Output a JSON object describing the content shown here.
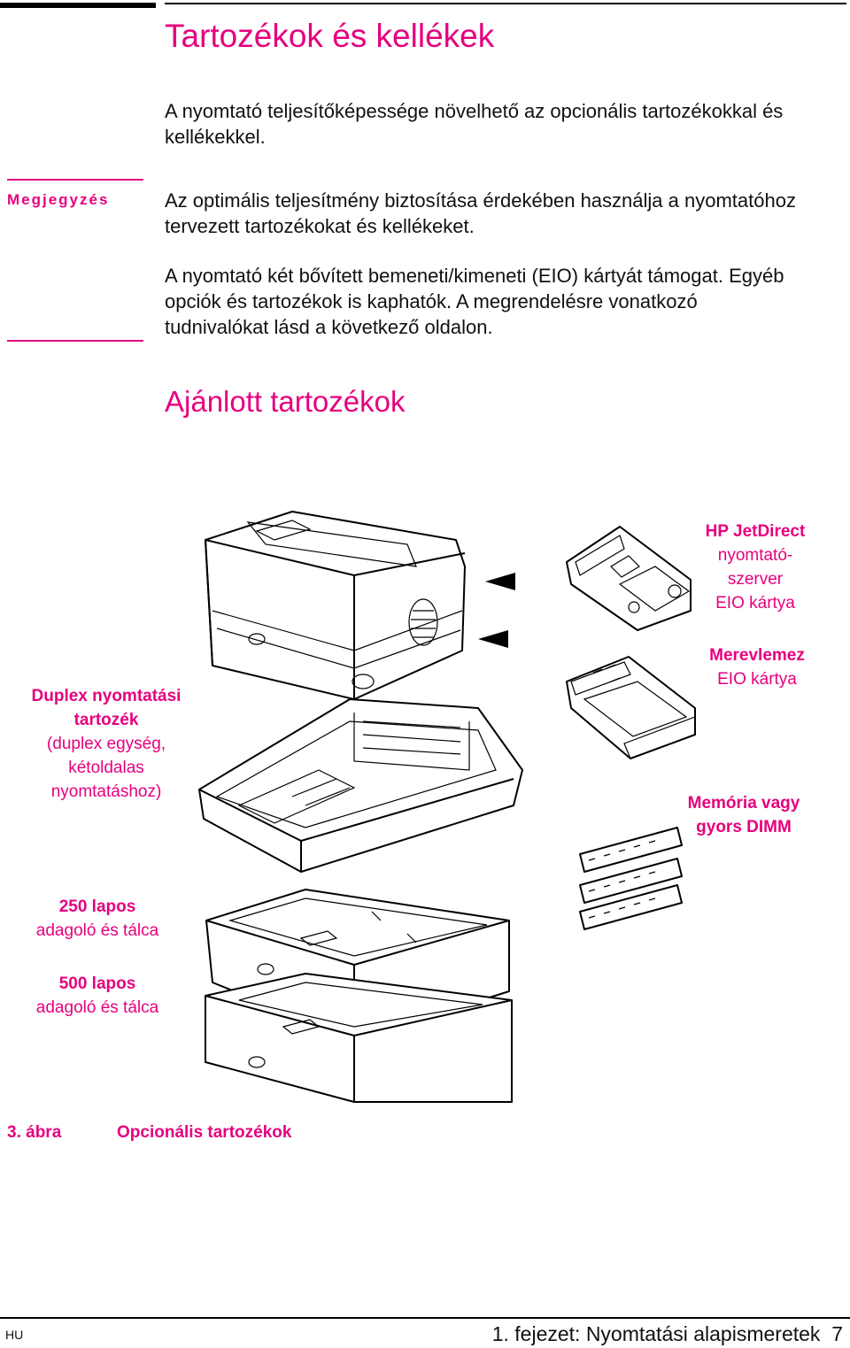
{
  "page": {
    "title": "Tartozékok és kellékek",
    "intro": [
      "A nyomtató teljesítőképessége növelhető az opcionális tartozékokkal és",
      "kellékekkel."
    ]
  },
  "note": {
    "label": "Megjegyzés",
    "para1": [
      "Az optimális teljesítmény biztosítása érdekében használja a nyomtatóhoz",
      "tervezett tartozékokat és kellékeket."
    ],
    "para2": [
      "A nyomtató két bővített bemeneti/kimeneti (EIO) kártyát támogat. Egyéb",
      "opciók és tartozékok is kaphatók. A megrendelésre vonatkozó",
      "tudnivalókat lásd a következő oldalon."
    ]
  },
  "section": {
    "title": "Ajánlott tartozékok"
  },
  "figure": {
    "labels": {
      "jetdirect": {
        "bold": "HP JetDirect",
        "lines": [
          "nyomtató-",
          "szerver",
          "EIO kártya"
        ]
      },
      "harddisk": {
        "bold": "Merevlemez",
        "lines": [
          "EIO kártya"
        ]
      },
      "memory": {
        "bold_lines": [
          "Memória vagy",
          "gyors DIMM"
        ]
      },
      "duplex": {
        "bold_lines": [
          "Duplex nyomtatási",
          "tartozék"
        ],
        "lines": [
          "(duplex egység,",
          "kétoldalas",
          "nyomtatáshoz)"
        ]
      },
      "tray250": {
        "bold": "250 lapos",
        "lines": [
          "adagoló és tálca"
        ]
      },
      "tray500": {
        "bold": "500 lapos",
        "lines": [
          "adagoló és tálca"
        ]
      }
    },
    "caption_number": "3. ábra",
    "caption_title": "Opcionális tartozékok"
  },
  "footer": {
    "left": "HU",
    "right": "1. fejezet: Nyomtatási alapismeretek  7"
  },
  "colors": {
    "accent": "#e6007e",
    "text": "#111111"
  }
}
